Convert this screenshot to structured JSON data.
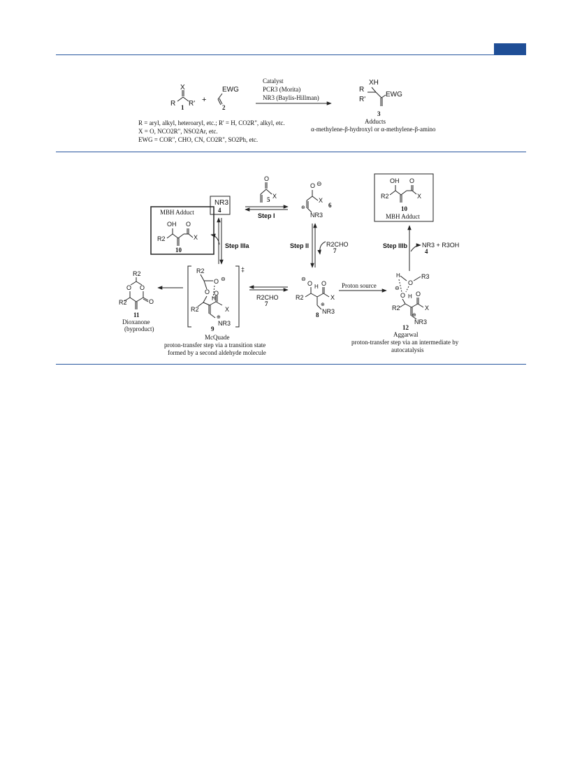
{
  "top_scheme": {
    "reactant1_atoms": {
      "x": "X",
      "r": "R",
      "rp": "R'"
    },
    "reactant1_num": "1",
    "plus": "+",
    "reactant2_ewg": "EWG",
    "reactant2_num": "2",
    "conditions": [
      "Catalyst",
      "PCR3 (Morita)",
      "NR3 (Baylis-Hillman)"
    ],
    "product_atoms": {
      "xh": "XH",
      "r": "R",
      "rp": "R'",
      "ewg": "EWG"
    },
    "product_num": "3",
    "product_label": "Adducts",
    "product_desc": "α-methylene-β-hydroxyl or α-methylene-β-amino",
    "defs": [
      "R = aryl, alkyl, heteroaryl, etc.; R' = H, CO2R\", alkyl, etc.",
      "X = O, NCO2R\", NSO2Ar, etc.",
      "EWG = COR\", CHO, CN, CO2R\", SO2Ph, etc."
    ]
  },
  "mechanism": {
    "catalyst_num": "4",
    "catalyst_label": "NR3",
    "acrylate_num": "5",
    "zwitterion_num": "6",
    "aldehyde_label": "R2CHO",
    "aldehyde_num": "7",
    "alkoxide_num": "8",
    "ts_num": "9",
    "adduct_num": "10",
    "adduct_label": "MBH Adduct",
    "dioxanone_num": "11",
    "dioxanone_label": "Dioxanone",
    "dioxanone_sub": "(byproduct)",
    "intermediate_num": "12",
    "steps": {
      "s1": "Step I",
      "s2": "Step II",
      "s3a": "Step IIIa",
      "s3b": "Step IIIb"
    },
    "proton_source": "Proton source",
    "release": "NR3 + R3OH",
    "release_num": "4",
    "mcquade_title": "McQuade",
    "mcquade_desc": [
      "proton-transfer step via a transition state",
      "formed by a second aldehyde molecule"
    ],
    "aggarwal_title": "Aggarwal",
    "aggarwal_desc": [
      "proton-transfer step via an intermediate by",
      "autocatalysis"
    ],
    "atoms": {
      "o": "O",
      "oh": "OH",
      "x": "X",
      "r2": "R2",
      "r3": "R3",
      "h": "H",
      "nr3": "NR3",
      "neg": "⊖",
      "pos": "⊕",
      "ddagger": "‡"
    }
  }
}
